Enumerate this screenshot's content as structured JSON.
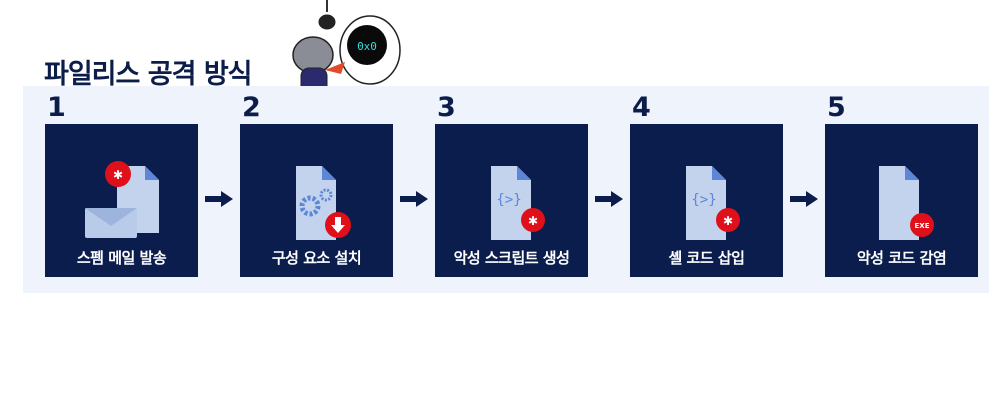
{
  "title": "파일리스 공격 방식",
  "steps": [
    {
      "number": "1",
      "label": "스펨 메일 발송",
      "icon": "mail-document-bug-icon"
    },
    {
      "number": "2",
      "label": "구성 요소 설치",
      "icon": "document-gear-download-icon"
    },
    {
      "number": "3",
      "label": "악성 스크립트 생성",
      "icon": "script-bug-icon"
    },
    {
      "number": "4",
      "label": "셸 코드 삽입",
      "icon": "script-bug-icon"
    },
    {
      "number": "5",
      "label": "악성 코드 감염",
      "icon": "document-exe-icon"
    }
  ],
  "mascot_screen_text": "0x0",
  "exe_badge": "EXE",
  "colors": {
    "card": "#0b1d4c",
    "panel": "#eff3fc",
    "badge": "#e0101a",
    "title": "#0c1d4a"
  }
}
